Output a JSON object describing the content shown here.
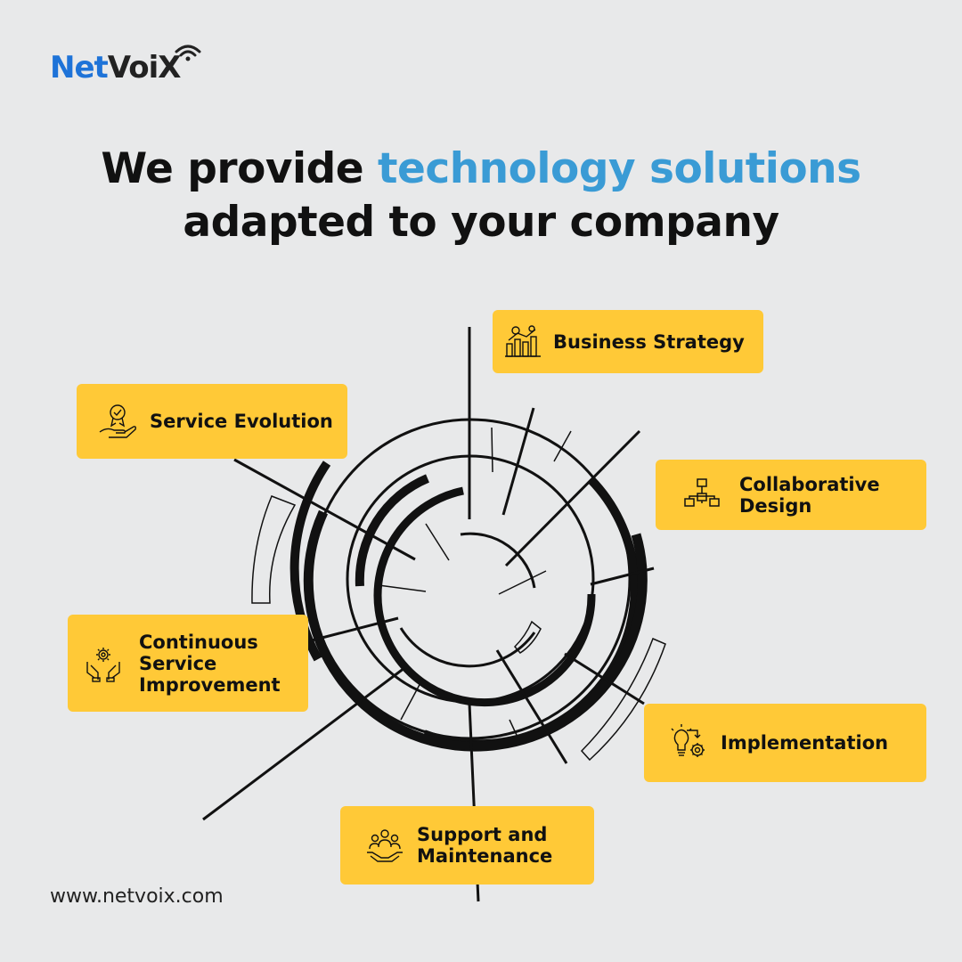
{
  "brand": {
    "logo_net": "Net",
    "logo_voix": "VoiX"
  },
  "headline": {
    "before": "We provide ",
    "highlight": "technology solutions",
    "after": "adapted to your company"
  },
  "items": [
    {
      "label": "Business Strategy",
      "icon": "business-strategy-icon"
    },
    {
      "label": "Service Evolution",
      "icon": "award-hand-icon"
    },
    {
      "label": "Collaborative\nDesign",
      "icon": "org-chart-icon"
    },
    {
      "label": "Continuous\nService\nImprovement",
      "icon": "hands-gear-icon"
    },
    {
      "label": "Implementation",
      "icon": "lightbulb-gear-icon"
    },
    {
      "label": "Support and\nMaintenance",
      "icon": "team-support-icon"
    }
  ],
  "footer": {
    "url": "www.netvoix.com"
  },
  "colors": {
    "background": "#e8e9ea",
    "box": "#ffc937",
    "highlight": "#3a9bd5",
    "brand_blue": "#1e73d8"
  }
}
